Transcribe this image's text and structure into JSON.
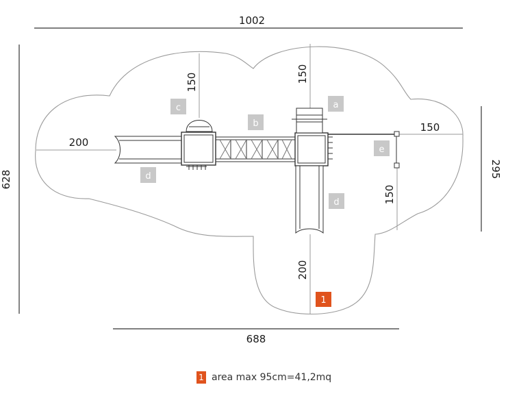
{
  "dimensions": {
    "top_width": "1002",
    "bottom_width": "688",
    "left_height": "628",
    "right_height": "295",
    "zone_top_left": "150",
    "zone_top_center": "150",
    "zone_left": "200",
    "zone_right": "150",
    "zone_right_lower": "150",
    "zone_bottom": "200"
  },
  "components": {
    "a": "a",
    "b": "b",
    "c": "c",
    "d_left": "d",
    "d_right": "d",
    "e": "e"
  },
  "area_marker": "1",
  "legend": {
    "number": "1",
    "text": "area max 95cm=41,2mq"
  },
  "colors": {
    "outline": "#9a9a9a",
    "dimension_line": "#333333",
    "tag_fill": "#c8c8c8",
    "accent": "#e0531d"
  }
}
